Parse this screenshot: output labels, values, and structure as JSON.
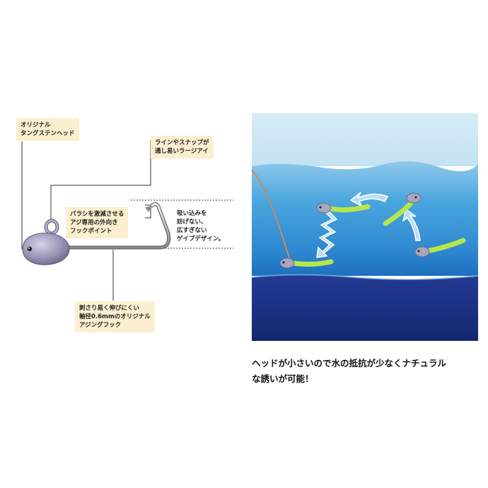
{
  "diagram": {
    "labels": {
      "original_head": "オリジナル\nタングステンヘッド",
      "large_eye": "ラインやスナップが\n通し易いラージアイ",
      "hook_point": "バラシを激減させる\nアジ専用の外向き\nフックポイント",
      "gape_design": "吸い込みを\n妨げない、\n広すぎない\nゲイプデザイン。",
      "hook_shank": "刺さり易く伸びにくい\n軸径0.6mmのオリジナル\nアジングフック"
    }
  },
  "illustration": {
    "caption": "ヘッドが小さいので水の抵抗が少なくナチュラル\nな誘いが可能！",
    "colors": {
      "sky": "#cfe6f3",
      "water_light": "#4aa6de",
      "water_deep": "#1b2f8a",
      "worm": "#b7e64b",
      "head": "#9a97b8"
    }
  }
}
